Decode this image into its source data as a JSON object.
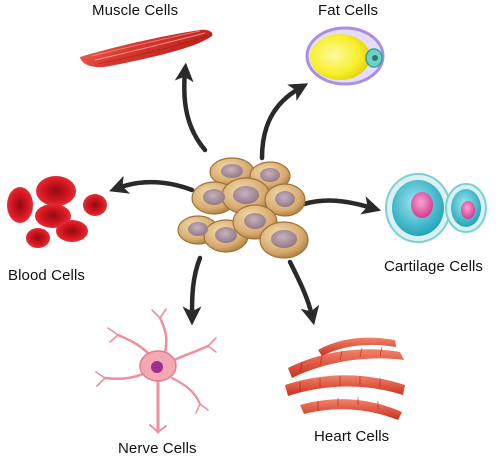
{
  "title": "",
  "center": {
    "name": "stem-cell-cluster"
  },
  "labels": {
    "muscle": "Muscle Cells",
    "fat": "Fat Cells",
    "blood": "Blood Cells",
    "cartilage": "Cartilage Cells",
    "nerve": "Nerve Cells",
    "heart": "Heart Cells"
  },
  "colors": {
    "arrow": "#2a2a2a",
    "stem_cell": "#d6aa6e",
    "stem_nucleus": "#a98e9c",
    "muscle": "#d8382f",
    "fat_cytoplasm": "#f7ef2a",
    "fat_membrane": "#c9b7ef",
    "blood": "#c5121d",
    "cartilage": "#2fb6c9",
    "cartilage_nucleus": "#e85aa8",
    "nerve": "#ef8e9c",
    "nerve_nucleus": "#a12e8d",
    "heart": "#e34a2c"
  }
}
